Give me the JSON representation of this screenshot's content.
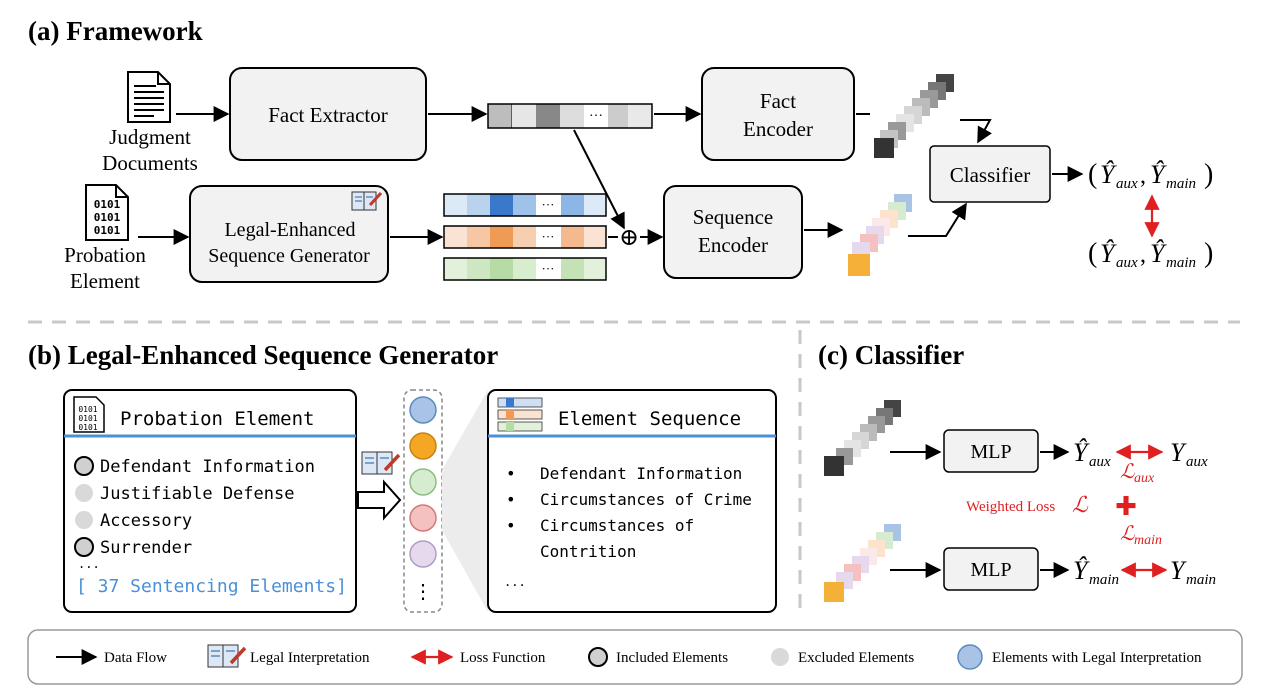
{
  "framework": {
    "title": "(a) Framework",
    "judgment_line1": "Judgment",
    "judgment_line2": "Documents",
    "probation_line1": "Probation",
    "probation_line2": "Element",
    "fact_extractor": "Fact Extractor",
    "leg_line1": "Legal-Enhanced",
    "leg_line2": "Sequence Generator",
    "fact_enc_line1": "Fact",
    "fact_enc_line2": "Encoder",
    "seq_enc_line1": "Sequence",
    "seq_enc_line2": "Encoder",
    "classifier": "Classifier",
    "ellipsis": "···",
    "oplus": "⊕",
    "out_yhat": "Ŷ",
    "out_aux": "aux",
    "out_main": "main",
    "paren_open": "(",
    "paren_close": ")",
    "comma": ","
  },
  "generator": {
    "title": "(b) Legal-Enhanced Sequence Generator",
    "probation_header": "Probation Element",
    "elements": [
      {
        "label": "Defendant Information",
        "marker": "included"
      },
      {
        "label": "Justifiable Defense",
        "marker": "excluded"
      },
      {
        "label": "Accessory",
        "marker": "excluded"
      },
      {
        "label": "Surrender",
        "marker": "included"
      }
    ],
    "more": "...",
    "count_label": "[ 37 Sentencing Elements]",
    "sequence_header": "Element Sequence",
    "sequence_items": [
      "Defendant Information",
      "Circumstances of Crime",
      "Circumstances of",
      "Contrition"
    ],
    "sequence_more": "...",
    "circle_colors": [
      "#a9c3e6",
      "#f5a623",
      "#d6ecd0",
      "#f4c0c0",
      "#e6d9ee"
    ],
    "vdots": "⋮"
  },
  "classifier": {
    "title": "(c) Classifier",
    "mlp": "MLP",
    "y_hat": "Ŷ",
    "y": "Y",
    "aux": "aux",
    "main": "main",
    "loss_aux": "ℒ",
    "weighted_loss": "Weighted Loss",
    "loss_sym": "ℒ",
    "plus": "✚"
  },
  "legend": {
    "data_flow": "Data Flow",
    "legal_interpretation": "Legal Interpretation",
    "loss_function": "Loss Function",
    "included": "Included Elements",
    "excluded": "Excluded Elements",
    "with_legal": "Elements with  Legal Interpretation"
  },
  "colors": {
    "red": "#e02020",
    "blue_text": "#4a90d9",
    "box_fill": "#f2f2f2",
    "dashed": "#c8c8c8"
  }
}
